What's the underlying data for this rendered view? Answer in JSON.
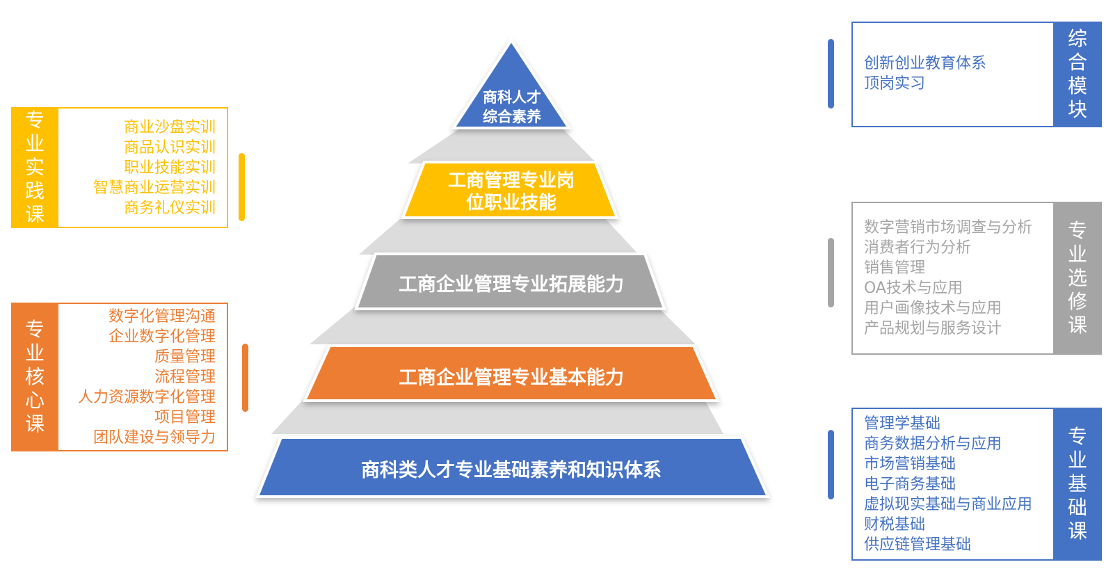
{
  "colors": {
    "blue": "#4472C4",
    "yellow": "#FFC000",
    "gray": "#A5A5A5",
    "orange": "#ED7D31",
    "connector": "#D9D9D9"
  },
  "pyramid": {
    "tier1": [
      "商科人才",
      "综合素养"
    ],
    "tier2": [
      "工商管理专业岗",
      "位职业技能"
    ],
    "tier3": "工商企业管理专业拓展能力",
    "tier4": "工商企业管理专业基本能力",
    "tier5": "商科类人才专业基础素养和知识体系"
  },
  "left_panels": {
    "practice": {
      "title_chars": [
        "专",
        "业",
        "实",
        "践",
        "课"
      ],
      "items": [
        "商业沙盘实训",
        "商品认识实训",
        "职业技能实训",
        "智慧商业运营实训",
        "商务礼仪实训"
      ]
    },
    "core": {
      "title_chars": [
        "专",
        "业",
        "核",
        "心",
        "课"
      ],
      "items": [
        "数字化管理沟通",
        "企业数字化管理",
        "质量管理",
        "流程管理",
        "人力资源数字化管理",
        "项目管理",
        "团队建设与领导力"
      ]
    }
  },
  "right_panels": {
    "comprehensive": {
      "title_chars": [
        "综",
        "合",
        "模",
        "块"
      ],
      "items": [
        "创新创业教育体系",
        "顶岗实习"
      ]
    },
    "elective": {
      "title_chars": [
        "专",
        "业",
        "选",
        "修",
        "课"
      ],
      "items": [
        "数字营销市场调查与分析",
        "消费者行为分析",
        "销售管理",
        "OA技术与应用",
        "用户画像技术与应用",
        "产品规划与服务设计"
      ]
    },
    "foundation": {
      "title_chars": [
        "专",
        "业",
        "基",
        "础",
        "课"
      ],
      "items": [
        "管理学基础",
        "商务数据分析与应用",
        "市场营销基础",
        "电子商务基础",
        "虚拟现实基础与商业应用",
        "财税基础",
        "供应链管理基础"
      ]
    }
  }
}
